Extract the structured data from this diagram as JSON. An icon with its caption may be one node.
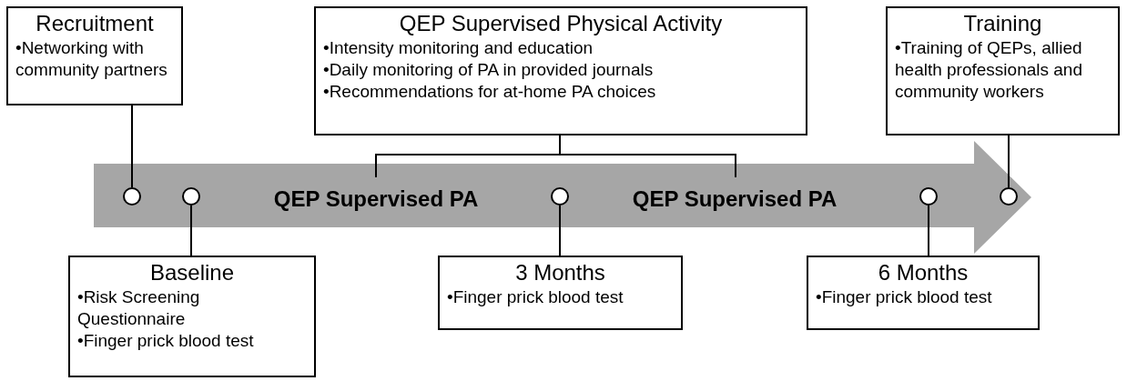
{
  "diagram": {
    "nodes": [
      {
        "text": [
          "Recruitment",
          "•Networking with community partners"
        ]
      },
      {
        "text": [
          "QEP Supervised Physical Activity",
          "•Intensity monitoring and education",
          "•Daily monitoring of PA in provided journals",
          "•Recommendations for at-home PA choices"
        ]
      },
      {
        "text": [
          "Training",
          "•Training of QEPs, allied health professionals and community workers"
        ]
      },
      {
        "text": [],
        "shape": "arrow"
      },
      {
        "text": [],
        "shape": "circle",
        "in": 3
      },
      {
        "text": [],
        "shape": "circle",
        "in": 3
      },
      {
        "text": [
          "QEP Supervised PA"
        ],
        "in": 3
      },
      {
        "text": [],
        "shape": "circle",
        "in": 3
      },
      {
        "text": [
          "QEP Supervised PA"
        ],
        "in": 3
      },
      {
        "text": [],
        "shape": "circle",
        "in": 3
      },
      {
        "text": [],
        "shape": "circle",
        "in": 3
      },
      {
        "text": [
          "Baseline",
          "•Risk Screening Questionnaire",
          "•Finger prick blood test"
        ]
      },
      {
        "text": [
          "3 Months",
          "•Finger prick blood test"
        ]
      },
      {
        "text": [
          "6 Months",
          "•Finger prick blood test"
        ]
      }
    ],
    "edges": [
      {
        "from": 0,
        "to": 4,
        "arrow": "none"
      },
      {
        "from": 11,
        "to": 5,
        "arrow": "none"
      },
      {
        "from": 1,
        "to": 6,
        "arrow": "none"
      },
      {
        "from": 1,
        "to": 8,
        "arrow": "none"
      },
      {
        "from": 12,
        "to": 7,
        "arrow": "none"
      },
      {
        "from": 13,
        "to": 9,
        "arrow": "none"
      },
      {
        "from": 2,
        "to": 10,
        "arrow": "none"
      }
    ]
  }
}
